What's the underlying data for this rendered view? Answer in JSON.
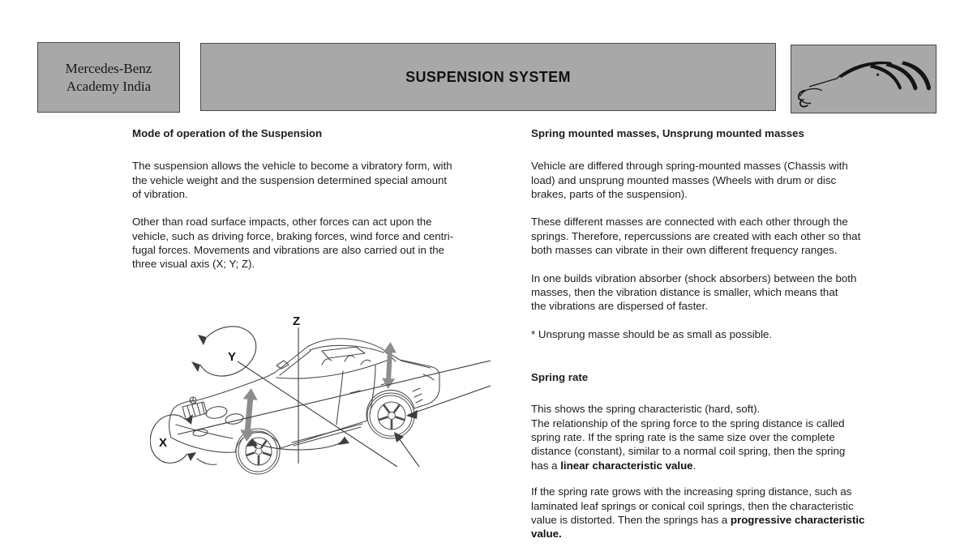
{
  "header": {
    "logo_box": {
      "line1": "Mercedes-Benz",
      "line2": "Academy India"
    },
    "title_box": {
      "title": "SUSPENSION SYSTEM"
    },
    "silhouette_box": {
      "icon": "car-silhouette-sketch"
    }
  },
  "colors": {
    "panel_bg": "#a8a8a8",
    "panel_border": "#4a4a4a",
    "body_text": "#1d1d1d",
    "diagram_arrow_gray": "#8d8d8d"
  },
  "left_column": {
    "heading": "Mode of operation of the Suspension",
    "para1_lines": [
      "The suspension allows the vehicle to become a vibratory form, with",
      "the vehicle weight and the suspension determined special amount",
      "of vibration."
    ],
    "para2_lines": [
      "Other than road surface impacts, other forces can act upon the",
      "vehicle, such as driving force, braking forces, wind force and centri-",
      "fugal forces. Movements and vibrations are also carried out in the",
      "three visual axis (X; Y; Z)."
    ],
    "diagram": {
      "description": "line drawing of coupe with vibration axes",
      "x_label": "X",
      "y_label": "Y",
      "z_label": "Z"
    }
  },
  "right_column": {
    "masses_heading": "Spring mounted masses, Unsprung mounted masses",
    "para1_lines": [
      "Vehicle are differed through spring-mounted masses (Chassis with",
      "load) and unsprung mounted masses (Wheels with drum or disc",
      "brakes, parts of the suspension)."
    ],
    "para2_lines": [
      "These different masses are connected with each other through the",
      "springs. Therefore, repercussions are created with each other so that",
      "both masses can vibrate in their own different frequency ranges."
    ],
    "para3_lines": [
      "In one builds vibration absorber (shock absorbers) between the both",
      "masses, then the vibration distance is smaller, which means that",
      "the vibrations are dispersed of faster."
    ],
    "note": "* Unsprung masse should be as small as possible.",
    "spring_rate_heading": "Spring rate",
    "para4_lines": [
      "This shows the spring characteristic (hard, soft).",
      "The relationship of the spring force to the spring distance is called",
      "spring rate. If the spring rate is the same size over the complete",
      "distance (constant), similar to a normal coil spring, then the spring"
    ],
    "para4_last": {
      "pre": "has a ",
      "bold": "linear characteristic value",
      "post": "."
    },
    "para5_lines": [
      "If the spring rate grows with the increasing spring distance, such as",
      "laminated leaf springs or conical coil springs, then the characteristic"
    ],
    "para5_line3": {
      "pre": "value is distorted. Then the springs has a ",
      "bold": "progressive characteristic"
    },
    "para5_line4_bold": "value."
  }
}
